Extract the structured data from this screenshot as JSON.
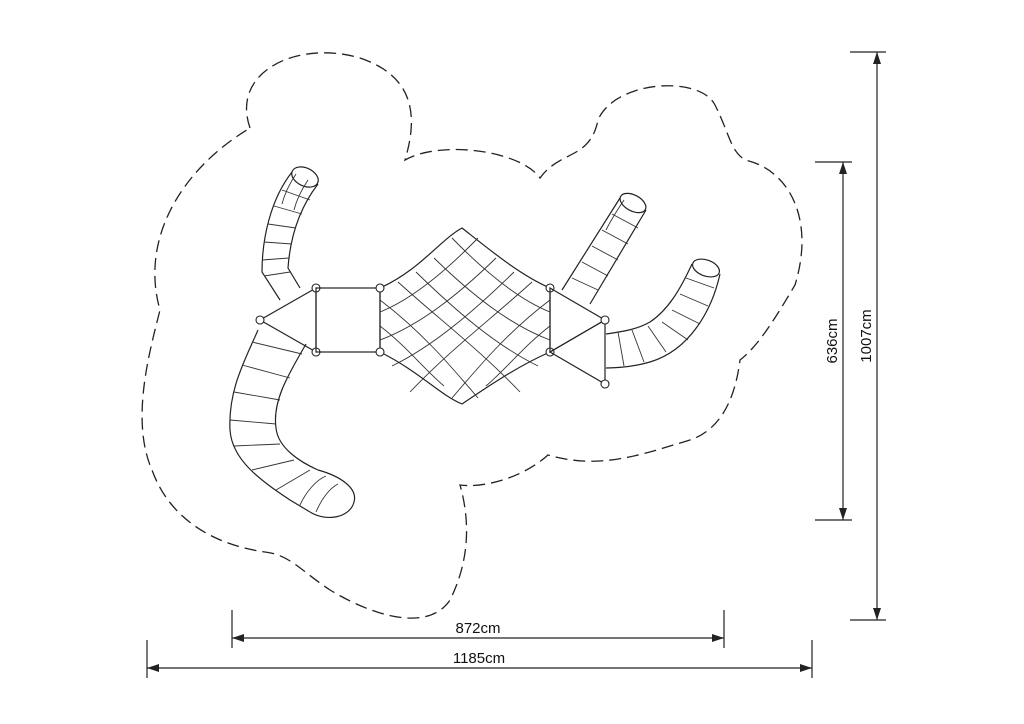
{
  "dimensions": {
    "inner_width": "872cm",
    "outer_width": "1185cm",
    "inner_height": "636cm",
    "outer_height": "1007cm"
  },
  "colors": {
    "line": "#222222",
    "background": "#ffffff"
  }
}
